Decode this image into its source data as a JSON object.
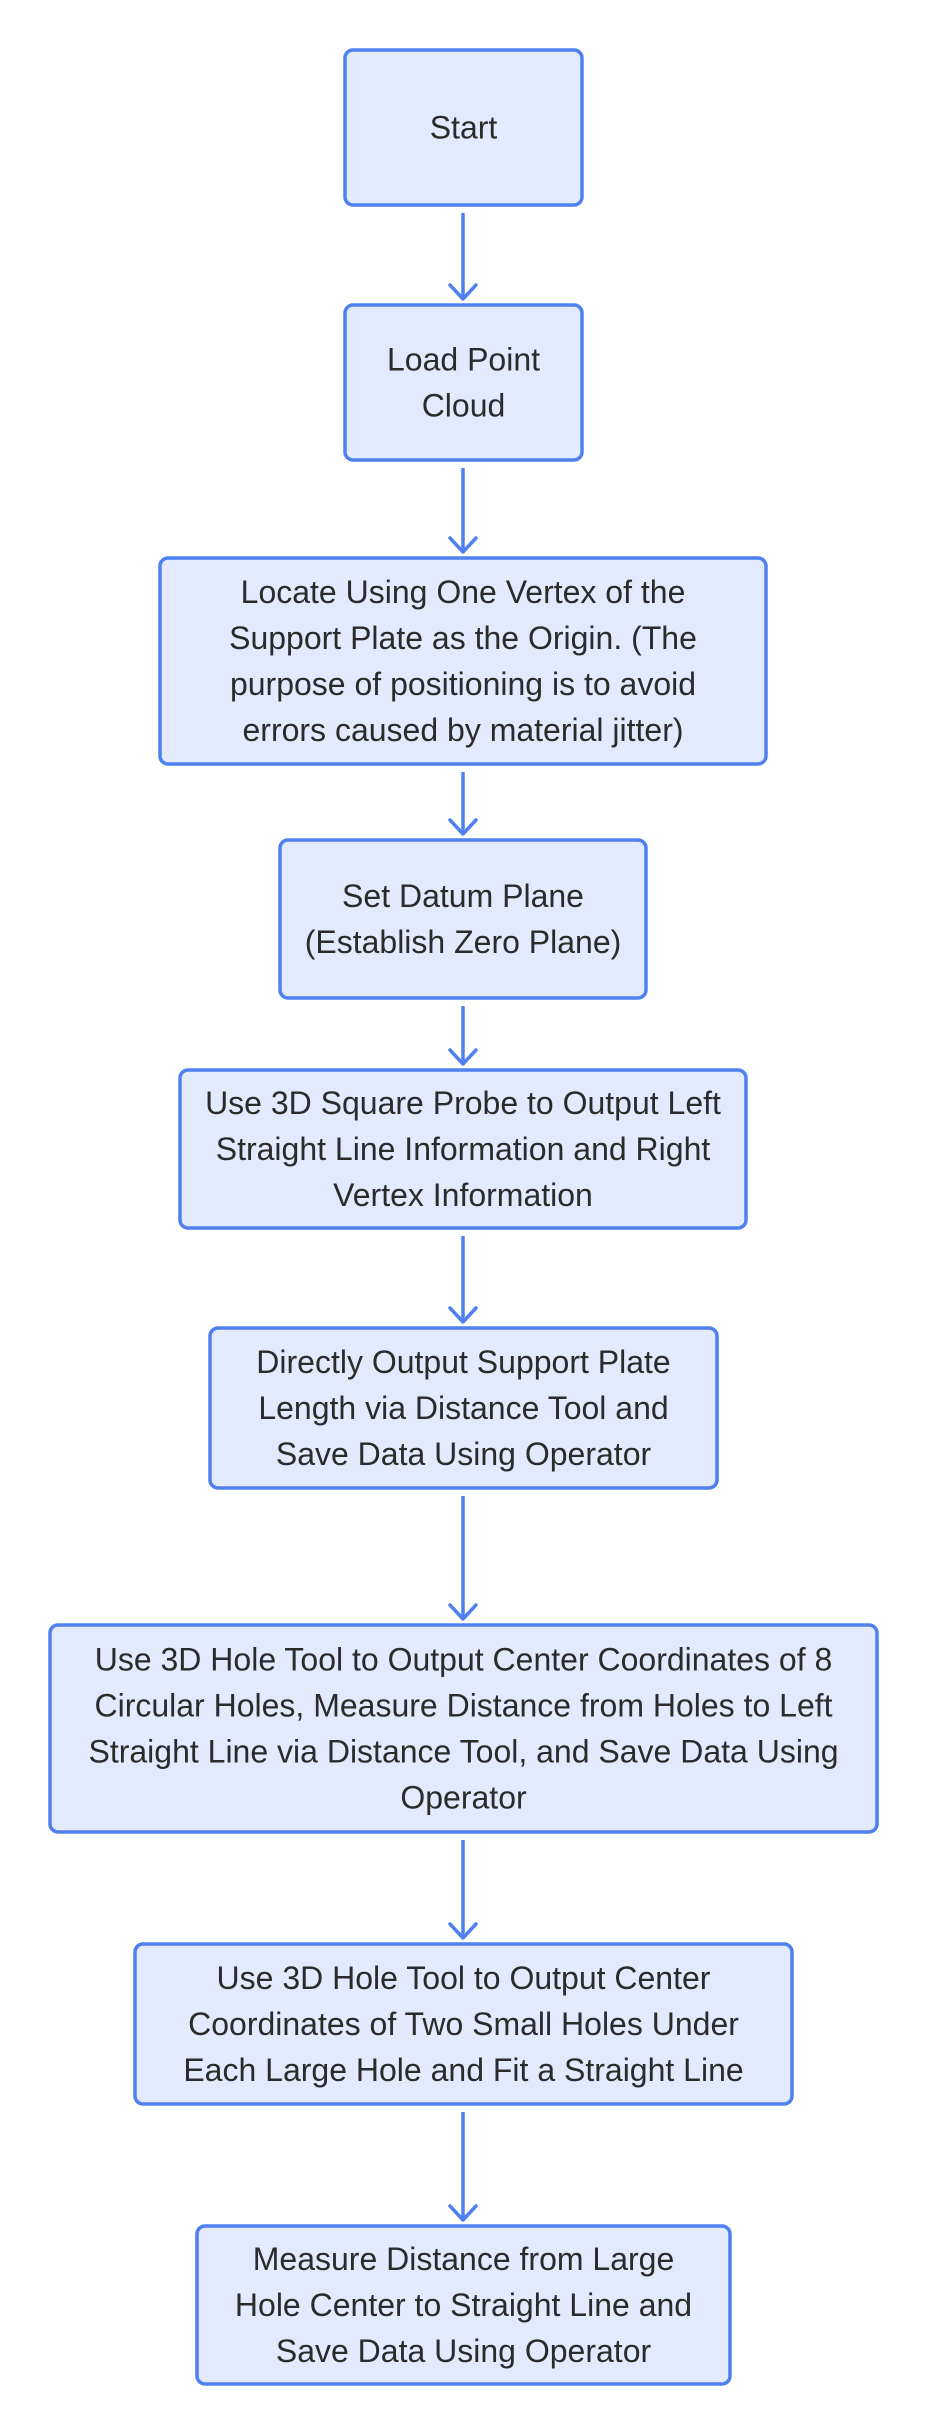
{
  "flowchart": {
    "nodes": [
      {
        "id": "start",
        "lines": [
          "Start"
        ]
      },
      {
        "id": "load-point-cloud",
        "lines": [
          "Load Point",
          "Cloud"
        ]
      },
      {
        "id": "locate-origin",
        "lines": [
          "Locate Using One Vertex of the",
          "Support Plate as the Origin. (The",
          "purpose of positioning is to avoid",
          "errors caused by material jitter)"
        ]
      },
      {
        "id": "set-datum-plane",
        "lines": [
          "Set Datum Plane",
          "(Establish Zero Plane)"
        ]
      },
      {
        "id": "square-probe",
        "lines": [
          "Use 3D Square Probe to Output Left",
          "Straight Line Information and Right",
          "Vertex Information"
        ]
      },
      {
        "id": "output-length",
        "lines": [
          "Directly Output Support Plate",
          "Length via Distance Tool and",
          "Save Data Using Operator"
        ]
      },
      {
        "id": "hole-tool-8",
        "lines": [
          "Use 3D Hole Tool to Output Center Coordinates of 8",
          "Circular Holes, Measure Distance from Holes to Left",
          "Straight Line via Distance Tool, and Save Data Using",
          "Operator"
        ]
      },
      {
        "id": "hole-tool-small",
        "lines": [
          "Use 3D Hole Tool to Output Center",
          "Coordinates of Two Small Holes Under",
          "Each Large Hole and Fit a Straight Line"
        ]
      },
      {
        "id": "measure-distance",
        "lines": [
          "Measure Distance from Large",
          "Hole Center to Straight Line and",
          "Save Data Using Operator"
        ]
      }
    ],
    "edges": [
      {
        "from": "start",
        "to": "load-point-cloud"
      },
      {
        "from": "load-point-cloud",
        "to": "locate-origin"
      },
      {
        "from": "locate-origin",
        "to": "set-datum-plane"
      },
      {
        "from": "set-datum-plane",
        "to": "square-probe"
      },
      {
        "from": "square-probe",
        "to": "output-length"
      },
      {
        "from": "output-length",
        "to": "hole-tool-8"
      },
      {
        "from": "hole-tool-8",
        "to": "hole-tool-small"
      },
      {
        "from": "hole-tool-small",
        "to": "measure-distance"
      }
    ],
    "colors": {
      "node_fill": "#e3eafd",
      "node_stroke": "#4f80f0",
      "edge": "#4f80f0",
      "text": "#2b2b2b"
    }
  }
}
